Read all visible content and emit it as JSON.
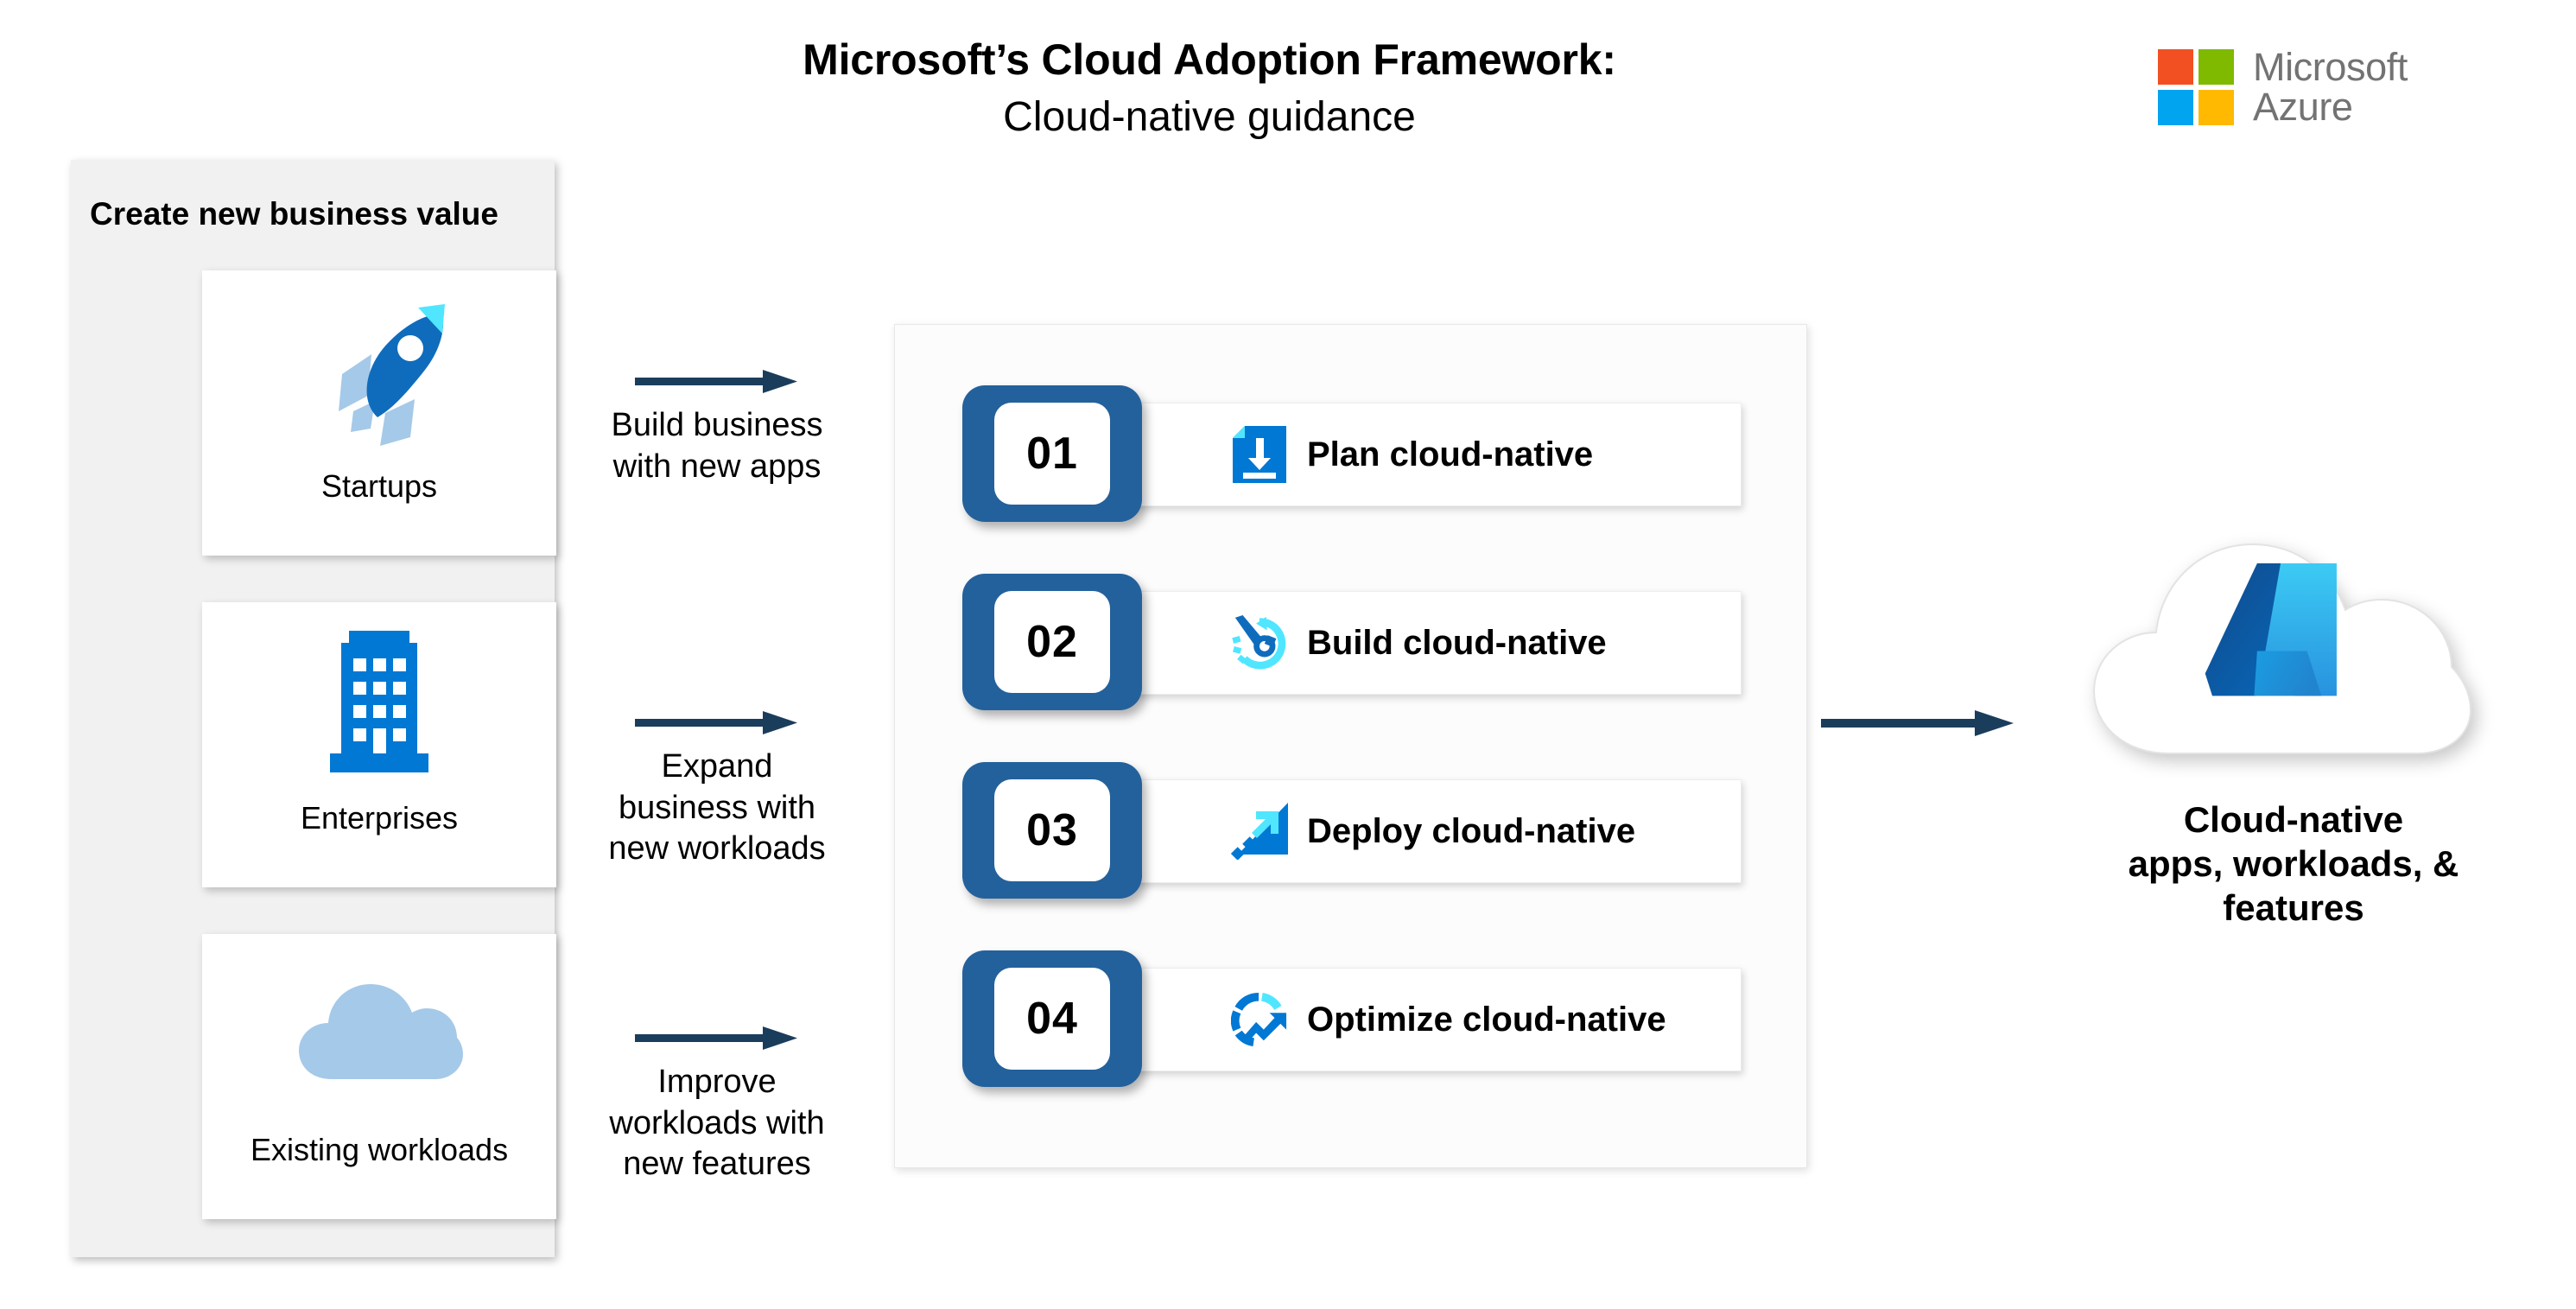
{
  "header": {
    "title": "Microsoft’s Cloud Adoption Framework:",
    "subtitle": "Cloud-native guidance"
  },
  "brand": {
    "line1": "Microsoft",
    "line2": "Azure",
    "logo_colors": {
      "top_left": "#F25022",
      "top_right": "#7FBA00",
      "bottom_left": "#00A4EF",
      "bottom_right": "#FFB900",
      "wordmark": "#737373"
    }
  },
  "left_panel": {
    "title": "Create new business value",
    "background": "#F1F1F1",
    "cards": [
      {
        "label": "Startups",
        "icon": "rocket-icon"
      },
      {
        "label": "Enterprises",
        "icon": "office-building-icon"
      },
      {
        "label": "Existing workloads",
        "icon": "cloud-icon"
      }
    ]
  },
  "arrows": [
    {
      "label": "Build business\nwith new apps",
      "icon": "arrow-right-icon"
    },
    {
      "label": "Expand\nbusiness with\nnew workloads",
      "icon": "arrow-right-icon"
    },
    {
      "label": "Improve\nworkloads with\nnew features",
      "icon": "arrow-right-icon"
    }
  ],
  "center_panel": {
    "steps": [
      {
        "number": "01",
        "label": "Plan cloud-native",
        "icon": "document-download-icon"
      },
      {
        "number": "02",
        "label": "Build cloud-native",
        "icon": "wrench-refresh-icon"
      },
      {
        "number": "03",
        "label": "Deploy cloud-native",
        "icon": "launch-arrow-icon"
      },
      {
        "number": "04",
        "label": "Optimize cloud-native",
        "icon": "gauge-trend-up-icon"
      }
    ],
    "badge_color": "#23619C"
  },
  "final_arrow": {
    "icon": "arrow-right-icon"
  },
  "result": {
    "caption": "Cloud-native\napps, workloads, &\nfeatures",
    "icon": "azure-cloud-icon"
  },
  "colors": {
    "arrow_navy": "#1B3D5C",
    "azure_blue": "#0078D4",
    "azure_cyan": "#50E6FF",
    "light_blue": "#A5C9E8",
    "azure_dark": "#0E5A9C"
  }
}
